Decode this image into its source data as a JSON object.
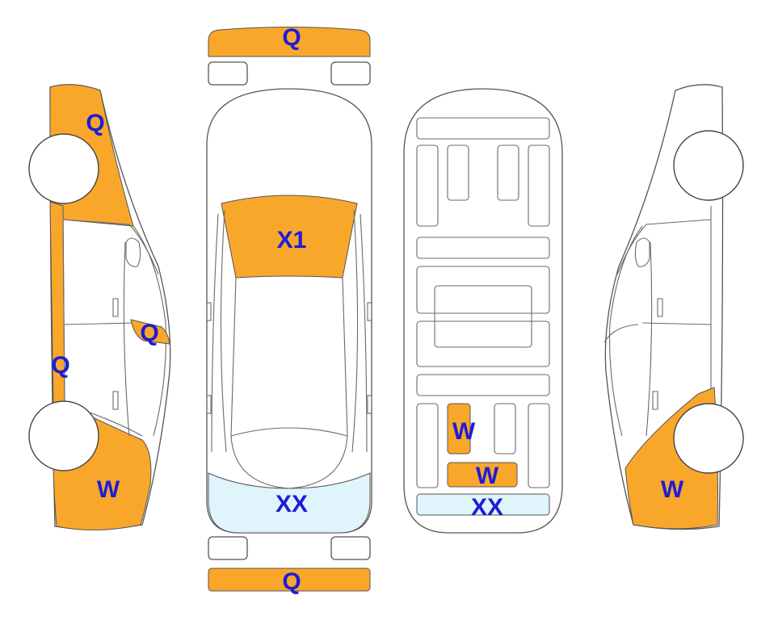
{
  "colors": {
    "damage_fill": "#f9a72b",
    "glass_fill": "#dff4fb",
    "label_text": "#1d1dd6",
    "outline": "#555555"
  },
  "views": {
    "left_side": {
      "upper_label": "Q",
      "rocker_label": "Q",
      "door_label": "Q",
      "lower_label": "W"
    },
    "top": {
      "front_bumper_label": "Q",
      "windshield_label": "X1",
      "rear_glass_label": "XX",
      "rear_bumper_label": "Q"
    },
    "underside": {
      "panel_a_label": "W",
      "panel_b_label": "W",
      "rear_strip_label": "XX"
    },
    "right_side": {
      "lower_label": "W"
    }
  }
}
